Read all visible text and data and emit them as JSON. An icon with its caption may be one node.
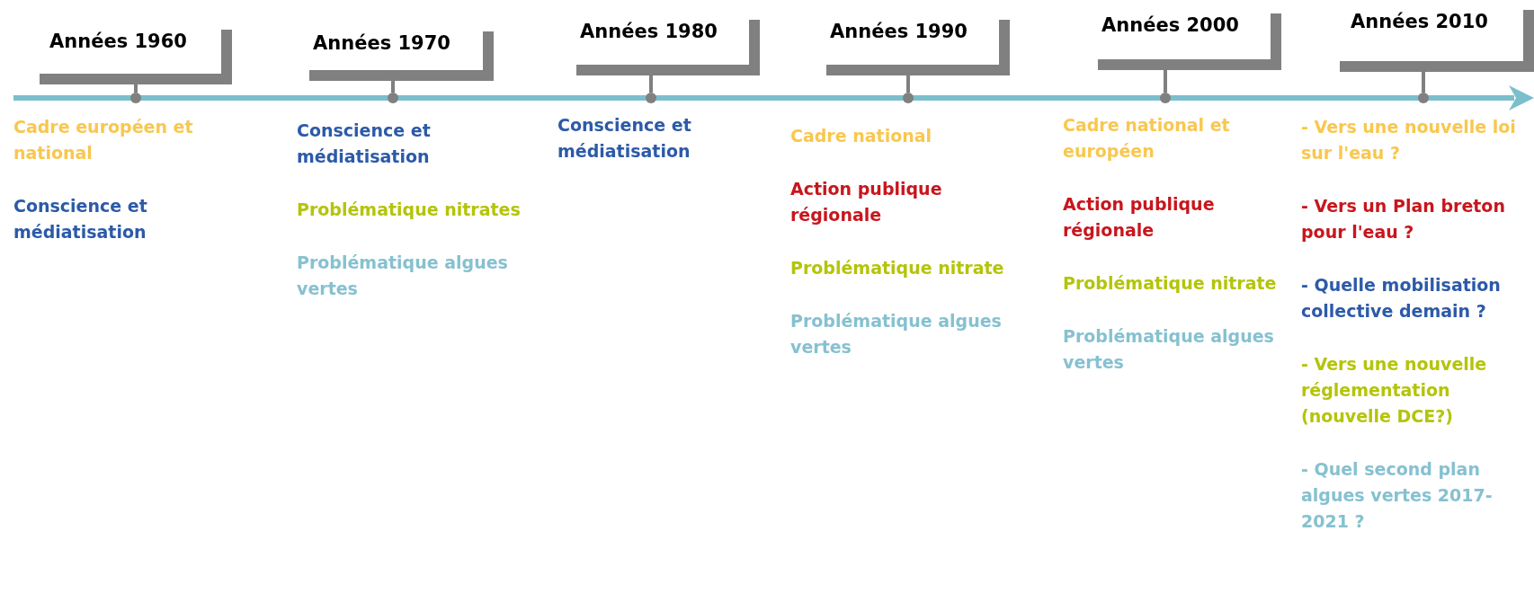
{
  "diagram": {
    "nodes": [
      {
        "text": [
          "Années 1960"
        ]
      },
      {
        "text": [
          "Années 1970"
        ]
      },
      {
        "text": [
          "Années 1980"
        ]
      },
      {
        "text": [
          "Années 1990"
        ]
      },
      {
        "text": [
          "Années 2000"
        ]
      },
      {
        "text": [
          "Années 2010"
        ]
      },
      {
        "text": [],
        "shape": "circle"
      },
      {
        "text": [],
        "shape": "circle"
      },
      {
        "text": [],
        "shape": "circle"
      },
      {
        "text": [],
        "shape": "circle"
      },
      {
        "text": [],
        "shape": "circle"
      },
      {
        "text": [],
        "shape": "circle"
      }
    ],
    "edges": [
      {
        "from": 0,
        "to": 6,
        "arrow": "none"
      },
      {
        "from": 1,
        "to": 7,
        "arrow": "none"
      },
      {
        "from": 2,
        "to": 8,
        "arrow": "none"
      },
      {
        "from": 3,
        "to": 9,
        "arrow": "none"
      },
      {
        "from": 4,
        "to": 10,
        "arrow": "none"
      },
      {
        "from": 5,
        "to": 11,
        "arrow": "none"
      }
    ],
    "labels": [
      "Cadre européen et national",
      "Conscience et médiatisation",
      "Conscience et médiatisation",
      "Problématique nitrates",
      "Problématique algues vertes",
      "Conscience et médiatisation",
      "Cadre national",
      "Action publique régionale",
      "Problématique nitrate",
      "Problématique algues vertes",
      "Cadre national et européen",
      "Action publique régionale",
      "Problématique nitrate",
      "Problématique algues vertes",
      "- Vers une nouvelle loi sur l'eau ?",
      "- Vers un Plan breton pour l'eau ?",
      "- Quelle mobilisation collective demain ?",
      "- Vers une nouvelle réglementation (nouvelle DCE?)",
      "- Quel second plan algues vertes 2017-2021 ?"
    ]
  }
}
